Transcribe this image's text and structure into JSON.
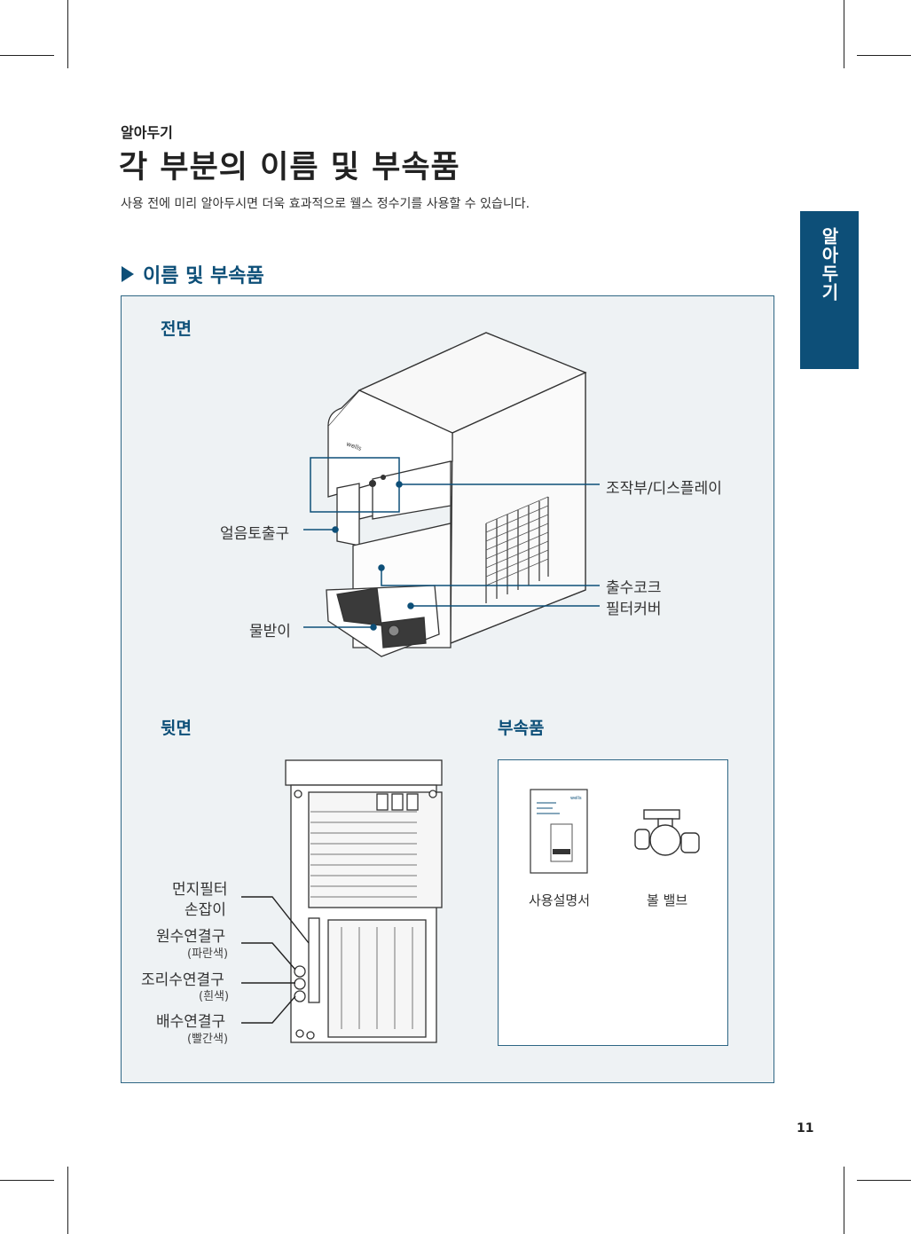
{
  "header": {
    "eyebrow": "알아두기",
    "title": "각 부분의 이름 및 부속품",
    "intro": "사용 전에 미리 알아두시면 더욱 효과적으로 웰스 정수기를 사용할 수 있습니다."
  },
  "side_tab": {
    "label": "알아두기"
  },
  "section": {
    "heading": "이름 및 부속품"
  },
  "front": {
    "heading": "전면",
    "labels": {
      "control": "조작부/디스플레이",
      "ice": "얼음토출구",
      "faucet": "출수코크",
      "filter_cover": "필터커버",
      "tray": "물받이"
    },
    "brand": "wells"
  },
  "back": {
    "heading": "뒷면",
    "labels": {
      "dust_filter_1": "먼지필터",
      "dust_filter_2": "손잡이",
      "raw_water": "원수연결구",
      "raw_water_color": "(파란색)",
      "cook_water": "조리수연결구",
      "cook_water_color": "(흰색)",
      "drain": "배수연결구",
      "drain_color": "(빨간색)"
    }
  },
  "accessories": {
    "heading": "부속품",
    "items": [
      {
        "label": "사용설명서",
        "icon": "manual-icon"
      },
      {
        "label": "볼 밸브",
        "icon": "ball-valve-icon"
      }
    ]
  },
  "page_number": "11",
  "colors": {
    "accent": "#0d4f78",
    "panel_bg": "#eef2f4"
  }
}
